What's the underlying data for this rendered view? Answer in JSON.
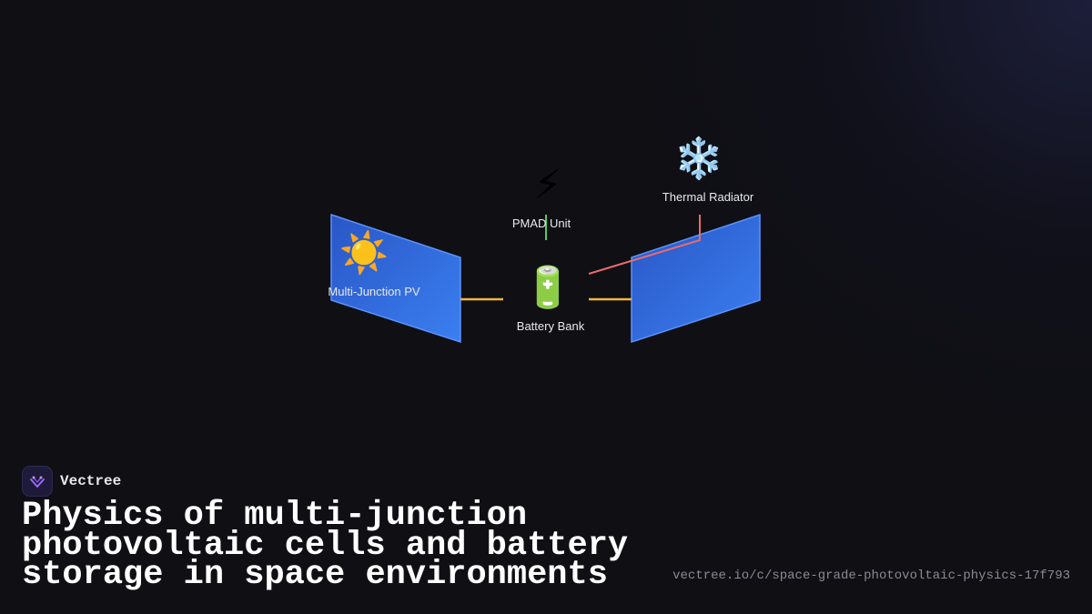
{
  "diagram": {
    "nodes": [
      {
        "id": "pv",
        "label": "Multi-Junction PV",
        "icon": "sun-icon",
        "glyph": "☀️"
      },
      {
        "id": "pmad",
        "label": "PMAD Unit",
        "icon": "lightning-icon",
        "glyph": "⚡"
      },
      {
        "id": "battery",
        "label": "Battery Bank",
        "icon": "battery-icon",
        "glyph": "🔋"
      },
      {
        "id": "radiator",
        "label": "Thermal Radiator",
        "icon": "snowflake-icon",
        "glyph": "❄️"
      }
    ],
    "colors": {
      "panel_fill_start": "#2a56c6",
      "panel_fill_end": "#3a7ff0",
      "panel_stroke": "#5b93ff",
      "power_link": "#f2b63c",
      "control_link": "#4ccf6a",
      "thermal_link": "#ea6b6b"
    }
  },
  "brand": {
    "name": "Vectree"
  },
  "title": "Physics of multi-junction photovoltaic cells and battery storage in space environments",
  "url": "vectree.io/c/space-grade-photovoltaic-physics-17f793"
}
